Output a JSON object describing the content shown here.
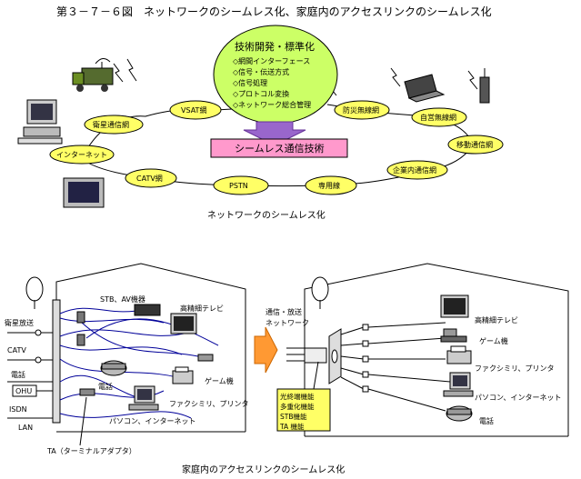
{
  "figure_title": "第３－７－６図　ネットワークのシームレス化、家庭内のアクセスリンクのシームレス化",
  "top": {
    "caption": "ネットワークのシームレス化",
    "bubble_title": "技術開発・標準化",
    "bubble_items": [
      "◇網間インターフェース",
      "◇信号・伝送方式",
      "◇信号処理",
      "◇プロトコル変換",
      "◇ネットワーク総合管理"
    ],
    "seamless_label": "シームレス通信技術",
    "networks": {
      "satellite": "衛星通信網",
      "vsat": "VSAT網",
      "disaster": "防災無線網",
      "private_radio": "自営無線網",
      "mobile": "移動通信網",
      "enterprise": "企業内通信網",
      "leased": "専用線",
      "pstn": "PSTN",
      "catv": "CATV網",
      "internet": "インターネット"
    }
  },
  "bottom": {
    "caption": "家庭内のアクセスリンクのシームレス化",
    "left_house": {
      "inputs": [
        "衛星放送",
        "CATV",
        "電話",
        "OHU",
        "ISDN",
        "LAN"
      ],
      "stb": "STB、AV機器",
      "hdtv": "高精細テレビ",
      "game": "ゲーム機",
      "phone": "電話",
      "fax": "ファクシミリ、プリンタ",
      "pc": "パソコン、インターネット",
      "ta": "TA（ターミナルアダプタ）"
    },
    "right_house": {
      "network_label": [
        "通信・放送",
        "ネットワーク"
      ],
      "hdtv": "高精細テレビ",
      "game": "ゲーム機",
      "fax": "ファクシミリ、プリンタ",
      "pc": "パソコン、インターネット",
      "phone": "電話",
      "features": [
        "光終端機能",
        "多重化機能",
        "STB機能",
        "TA 機能"
      ]
    }
  },
  "colors": {
    "ellipse_yellow": "#ffff66",
    "bubble_green": "#ccff66",
    "seamless_pink": "#ff99cc",
    "arrow_purple": "#9966cc",
    "arrow_orange": "#ff9933",
    "wire_blue": "#000099",
    "feature_box": "#ffff66"
  }
}
